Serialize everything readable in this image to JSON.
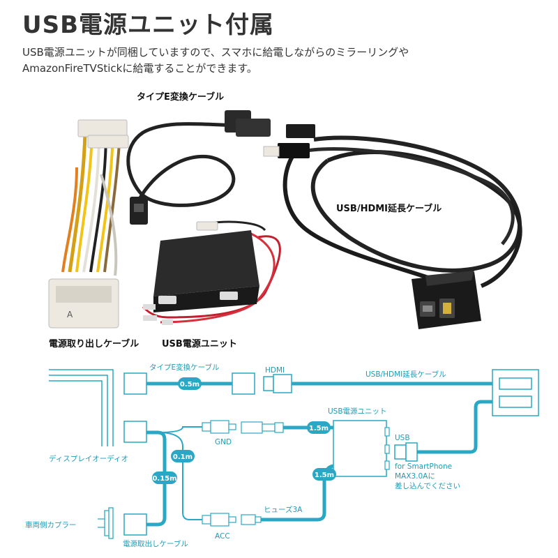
{
  "header": {
    "title": "USB電源ユニット付属",
    "desc_line1": "USB電源ユニットが同梱していますので、スマホに給電しながらのミラーリングや",
    "desc_line2": "AmazonFireTVStickに給電することができます。"
  },
  "photo": {
    "label_typee": "タイプE変換ケーブル",
    "label_usbhdmi": "USB/HDMI延長ケーブル",
    "label_harness": "電源取り出しケーブル",
    "label_unit": "USB電源ユニット",
    "connector_letter": "A"
  },
  "diagram": {
    "typee_cable": "タイプE変換ケーブル",
    "len_typee": "0.5m",
    "hdmi": "HDMI",
    "usbhdmi_cable": "USB/HDMI延長ケーブル",
    "usb_unit": "USB電源ユニット",
    "len_unit_gnd": "1.5m",
    "gnd": "GND",
    "len_01": "0.1m",
    "display_audio": "ディスプレイオーディオ",
    "usb": "USB",
    "len_unit_acc": "1.5m",
    "smartphone_note_1": "for SmartPhone",
    "smartphone_note_2": "MAX3.0Aに",
    "smartphone_note_3": "差し込んでください",
    "len_015": "0.15m",
    "fuse": "ヒューズ3A",
    "vehicle_coupler": "車両側カプラー",
    "acc": "ACC",
    "power_cable": "電源取出しケーブル"
  },
  "colors": {
    "cable_blue": "#2aa7c4",
    "pill_teal": "#2aa7c4",
    "label_blue": "#1e9bb5"
  }
}
